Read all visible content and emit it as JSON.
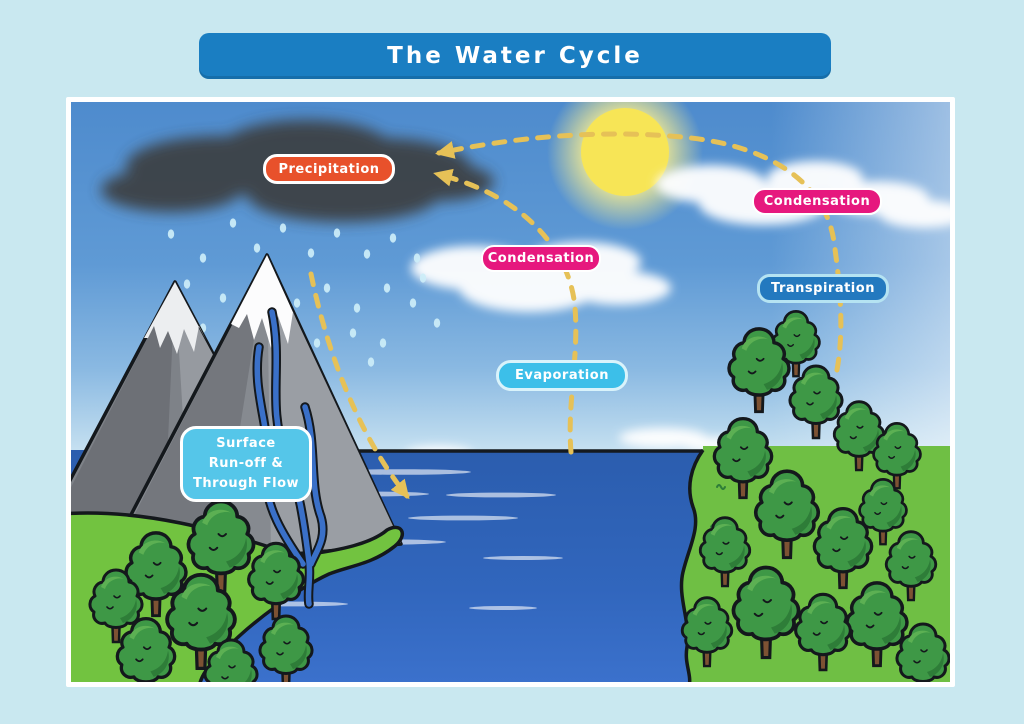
{
  "title": "The Water Cycle",
  "labels": {
    "precipitation": {
      "text": "Precipitation",
      "color": "#e8512b"
    },
    "condensation_mid": {
      "text": "Condensation",
      "color": "#e6187e"
    },
    "condensation_right": {
      "text": "Condensation",
      "color": "#e6187e"
    },
    "transpiration": {
      "text": "Transpiration",
      "color": "#2379bf"
    },
    "evaporation": {
      "text": "Evaporation",
      "color": "#3cbfe9"
    },
    "surface_runoff": {
      "lines": [
        "Surface",
        "Run-off &",
        "Through Flow"
      ],
      "color": "#55c6e9"
    }
  },
  "colors": {
    "page_background": "#c9e8f0",
    "title_bar": "#1a7ec2",
    "arrow_dashes": "#e6c157",
    "sky_top": "#4e8bcd",
    "sea": "#2e63b5",
    "grass": "#6fbf44",
    "sun": "#f7e556",
    "storm_cloud": "#3d4246"
  },
  "scene_icons": {
    "sun": "sun-icon",
    "storm_cloud": "storm-cloud-icon",
    "rain": "rain-icon",
    "white_clouds": "cloud-icon",
    "mountains": "mountain-icon",
    "river": "river-icon",
    "sea": "sea-icon",
    "forests": "tree-icon",
    "cycle_arrows": "dashed-arrow-icon"
  }
}
